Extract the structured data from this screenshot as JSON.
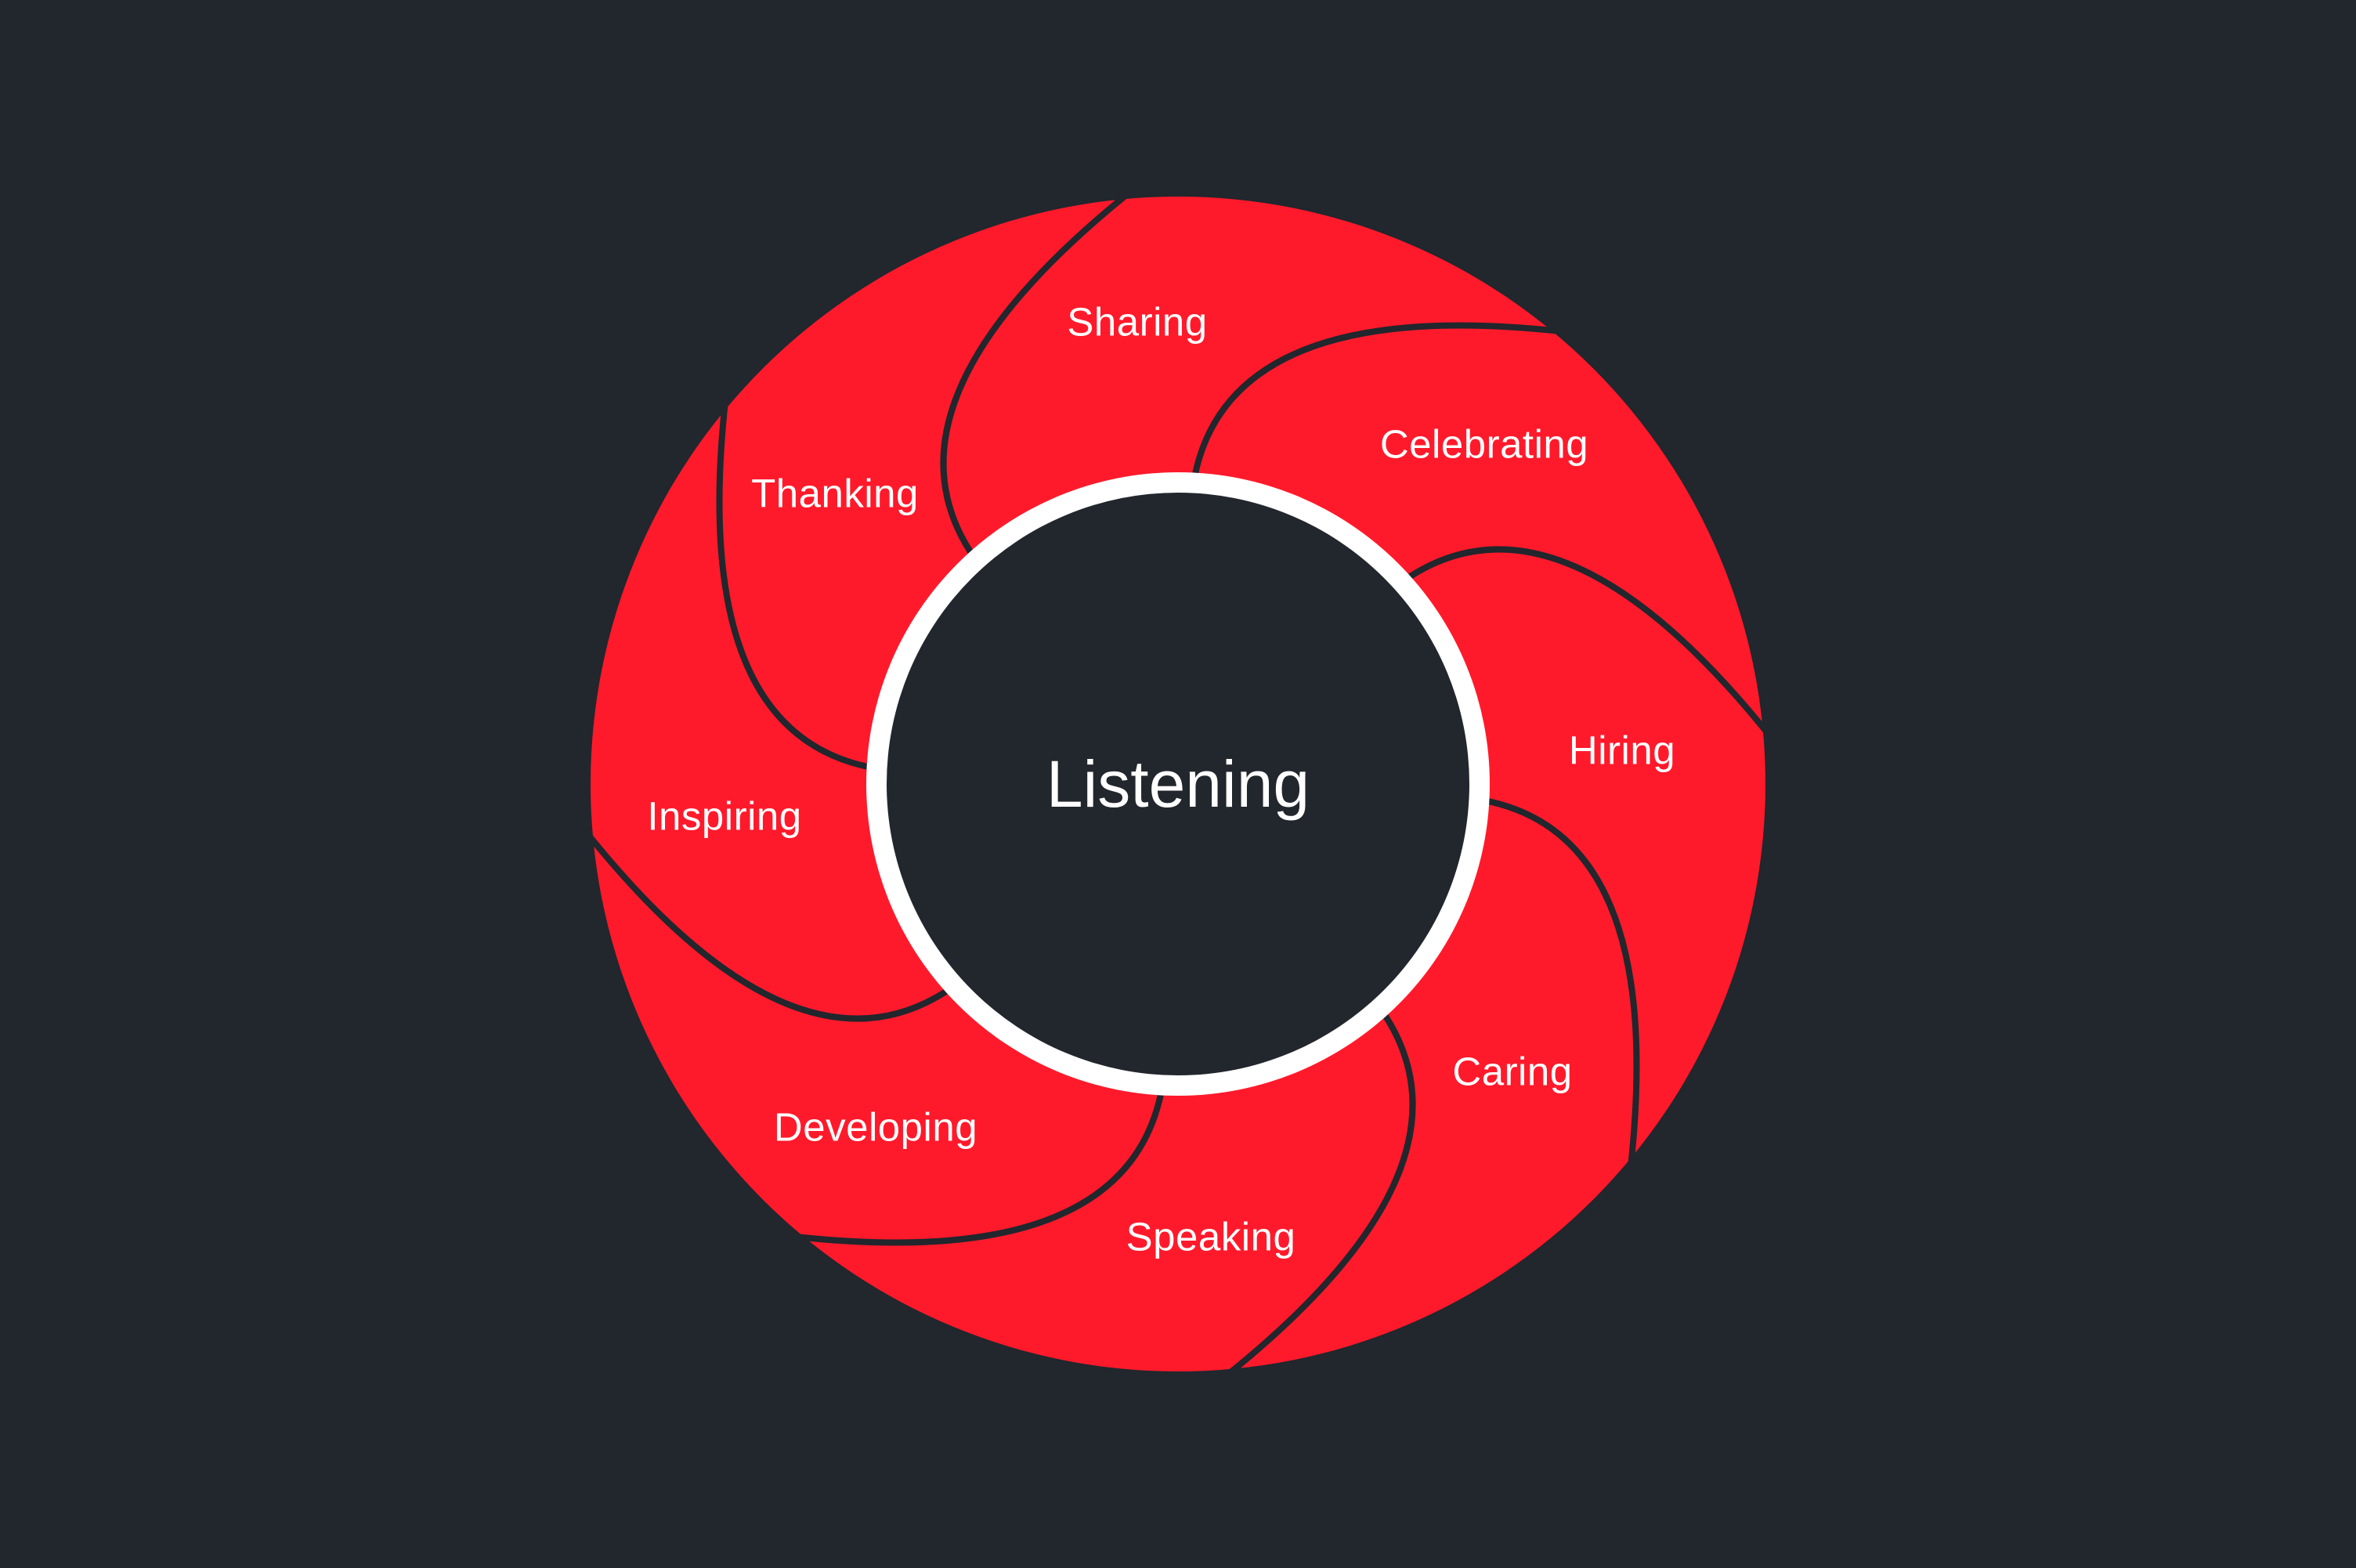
{
  "center": {
    "label": "Listening"
  },
  "segments": [
    {
      "label": "Sharing"
    },
    {
      "label": "Celebrating"
    },
    {
      "label": "Hiring"
    },
    {
      "label": "Caring"
    },
    {
      "label": "Speaking"
    },
    {
      "label": "Developing"
    },
    {
      "label": "Inspiring"
    },
    {
      "label": "Thanking"
    }
  ],
  "colors": {
    "background": "#22262d",
    "segment_fill": "#ff1a2b",
    "divider": "#22262d",
    "inner_ring": "#ffffff",
    "text": "#ffffff"
  }
}
